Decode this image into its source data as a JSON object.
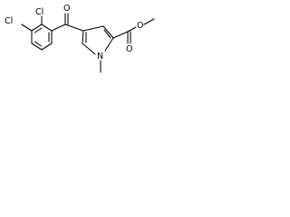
{
  "molecule": {
    "atoms": {
      "cl_top": "Cl",
      "cl_left": "Cl",
      "o_ketone": "O",
      "o_carbonyl": "O",
      "o_ester": "O",
      "n_ring": "N"
    }
  }
}
